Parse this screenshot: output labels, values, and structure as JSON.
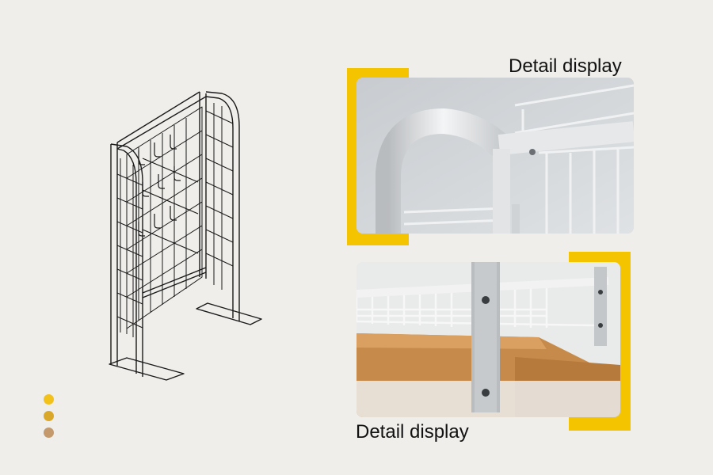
{
  "captions": {
    "top": "Detail display",
    "bottom": "Detail display"
  },
  "colors": {
    "background": "#efeeeb",
    "accent_yellow": "#f5c400",
    "dot_1": "#f2c21b",
    "dot_2": "#d9a72a",
    "dot_3": "#c49a6c",
    "line": "#1a1a1a"
  },
  "images": {
    "product_line_drawing": "Line drawing of a freestanding wire display rack with arched uprights and hook fixtures",
    "detail_photo_top": "Close-up of white arched tube frame joint with wire basket",
    "detail_photo_bottom": "Close-up of white wire basket shelf mounted on metal upright above wooden platform"
  }
}
